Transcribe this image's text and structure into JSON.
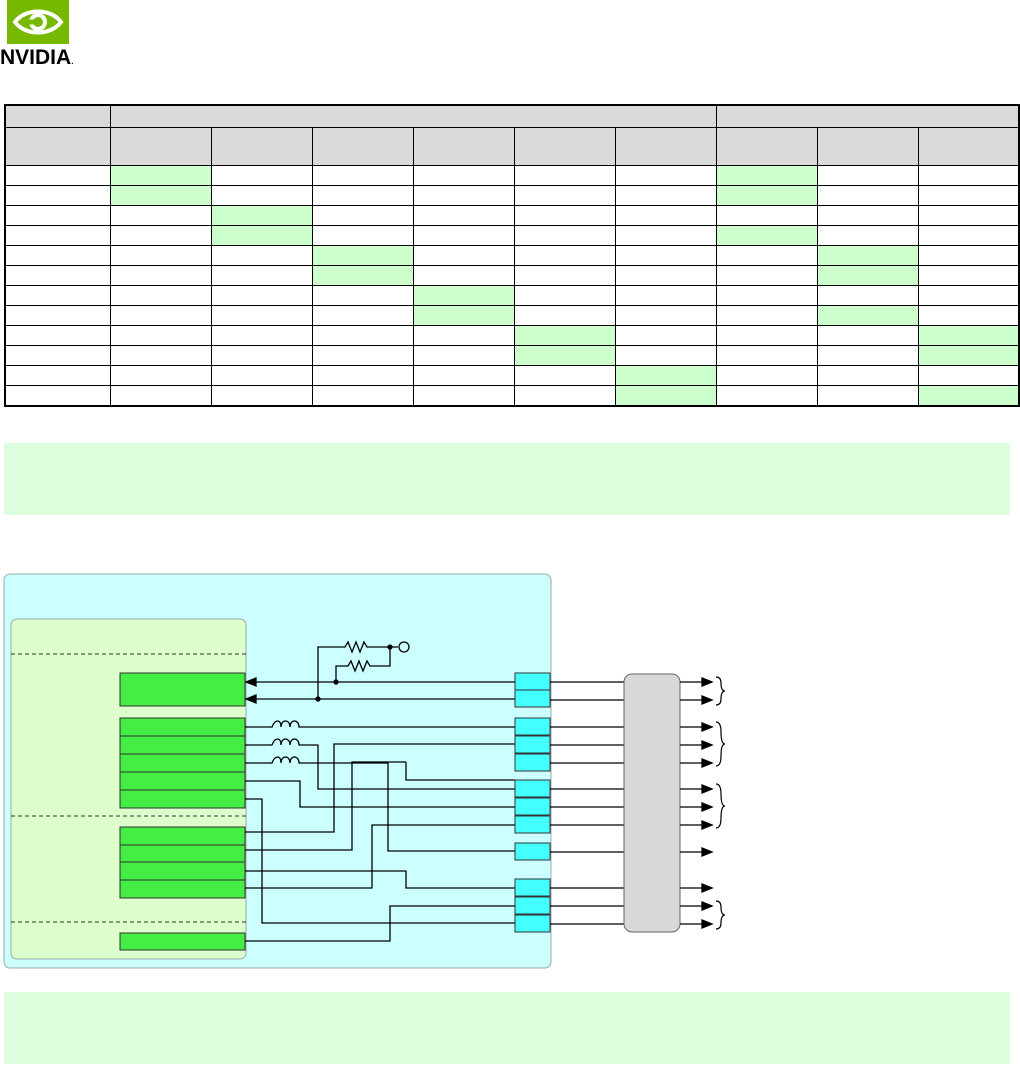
{
  "logo": {
    "wordmark": "NVIDIA",
    "registered": ".",
    "brand_color": "#76b900"
  },
  "table": {
    "columns": 10,
    "rows": 12,
    "cell_fill": "#ccffcc",
    "header_fill": "#d9d9d9",
    "highlighted": [
      [
        1,
        7
      ],
      [
        1,
        7
      ],
      [
        2
      ],
      [
        2,
        7
      ],
      [
        3,
        8
      ],
      [
        3,
        8
      ],
      [
        4
      ],
      [
        4,
        8
      ],
      [
        5,
        9
      ],
      [
        5,
        9
      ],
      [
        6
      ],
      [
        6,
        9
      ]
    ]
  },
  "notes": {
    "fill": "#ddffdd"
  },
  "diagram": {
    "outer_fill": "#ccffff",
    "inner_fill": "#ddffcc",
    "block_fill": "#44ee44",
    "pin_fill": "#44ffff",
    "connector_fill": "#d8d8d8"
  }
}
